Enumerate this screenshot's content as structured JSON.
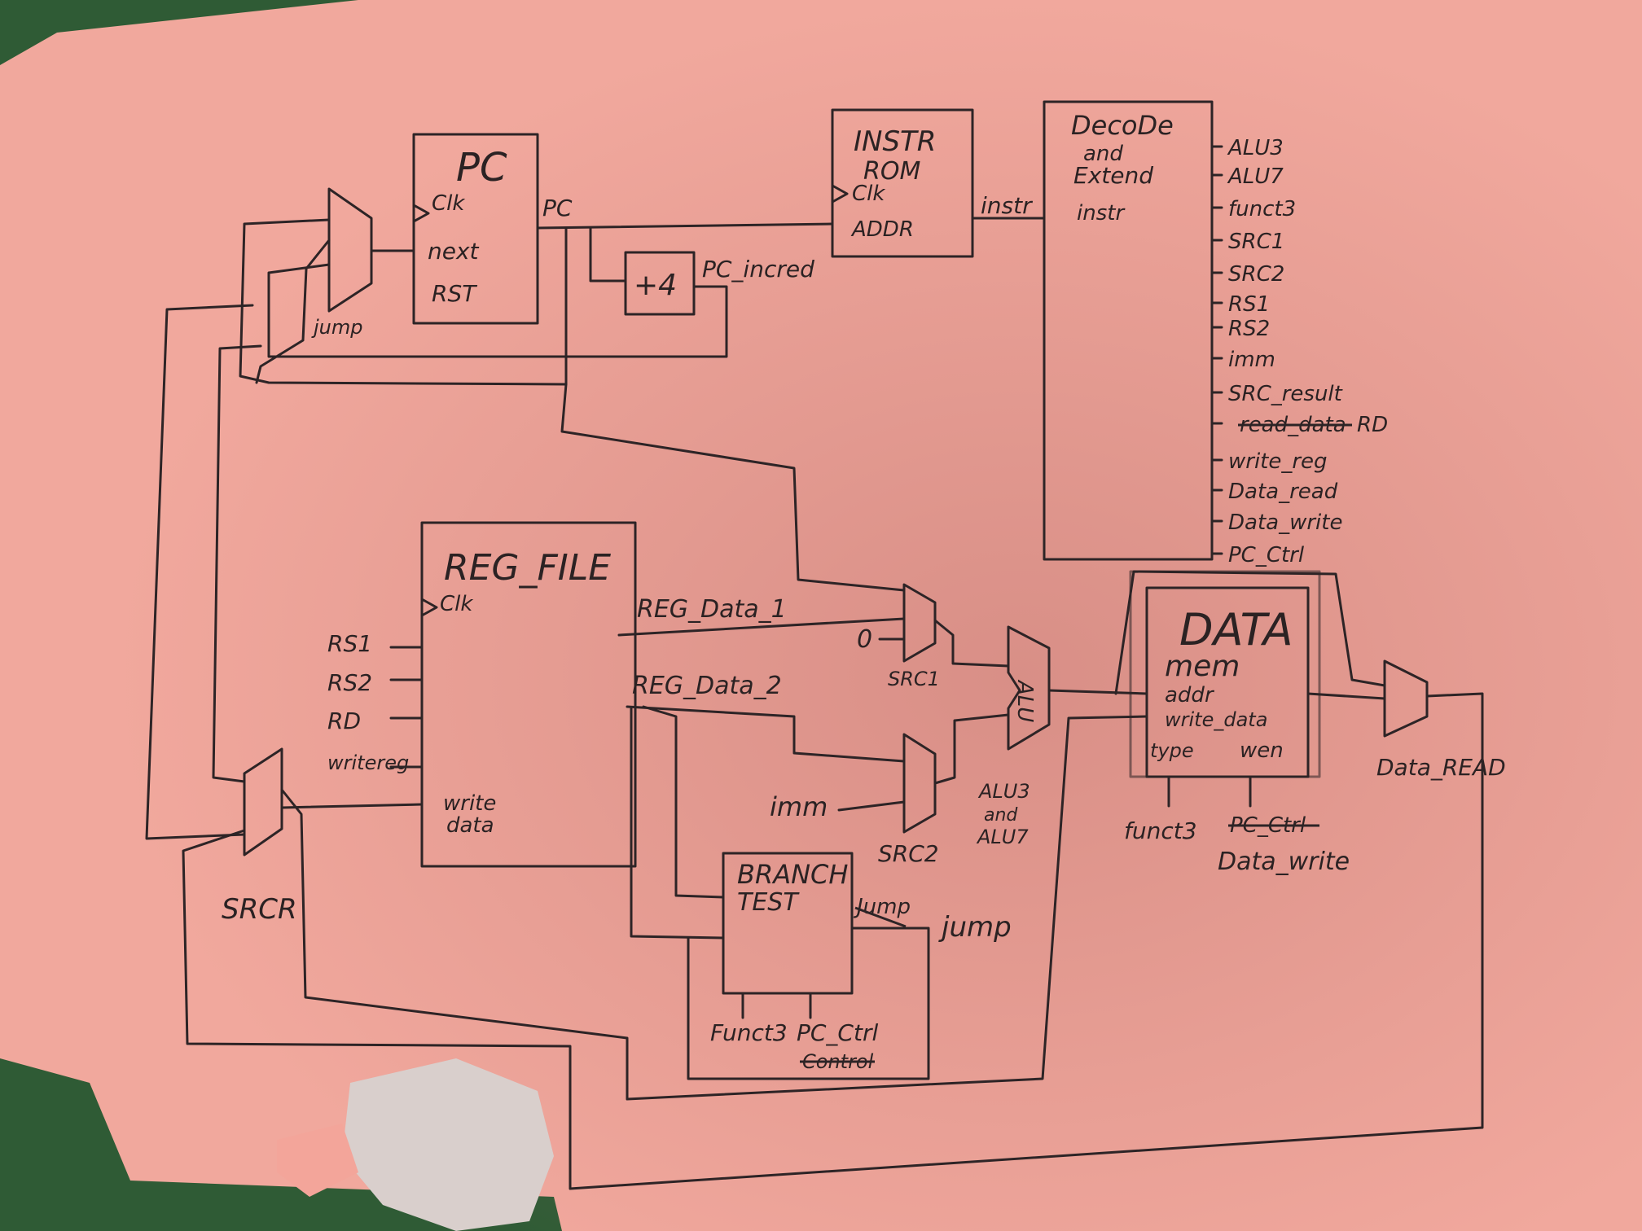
{
  "blocks": {
    "pc": {
      "title": "PC",
      "ports": [
        "Clk",
        "next",
        "RST"
      ],
      "output": "PC"
    },
    "plus4": {
      "label": "+4",
      "output": "PC_incred"
    },
    "instr_rom": {
      "title_line1": "INSTR",
      "title_line2": "ROM",
      "ports": [
        "Clk",
        "ADDR"
      ],
      "output": "instr"
    },
    "decode": {
      "title_line1": "DecoDe",
      "title_line2": "and",
      "title_line3": "Extend",
      "input": "instr",
      "outputs": [
        "ALU3",
        "ALU7",
        "funct3",
        "SRC1",
        "SRC2",
        "RS1",
        "RS2",
        "imm",
        "SRC_result",
        "read_data",
        "RD",
        "write_reg",
        "Data_read",
        "Data_write",
        "PC_Ctrl"
      ]
    },
    "reg_file": {
      "title": "REG_FILE",
      "ports": [
        "Clk",
        "RS1",
        "RS2",
        "RD",
        "writereg",
        "write",
        "data"
      ],
      "outputs": [
        "REG_Data_1",
        "REG_Data_2"
      ]
    },
    "alu": {
      "label": "ALU",
      "ctrl_line1": "ALU3",
      "ctrl_line2": "and",
      "ctrl_line3": "ALU7"
    },
    "data_mem": {
      "title_line1": "DATA",
      "title_line2": "mem",
      "ports": [
        "addr",
        "write_data",
        "type",
        "wen"
      ],
      "below_left": "funct3",
      "below_struck": "PC_Ctrl",
      "below_right": "Data_write"
    },
    "branch": {
      "title_line1": "BRANCH",
      "title_line2": "TEST",
      "below_left": "Funct3",
      "below_mid": "PC_Ctrl",
      "below_struck": "Control",
      "struck_out": "Jump",
      "output": "jump"
    },
    "muxes": {
      "jump": "jump",
      "src1": "SRC1",
      "src1_zero": "0",
      "src2": "SRC2",
      "src2_in": "imm",
      "srcr": "SRCR",
      "data_read": "Data_READ"
    }
  }
}
